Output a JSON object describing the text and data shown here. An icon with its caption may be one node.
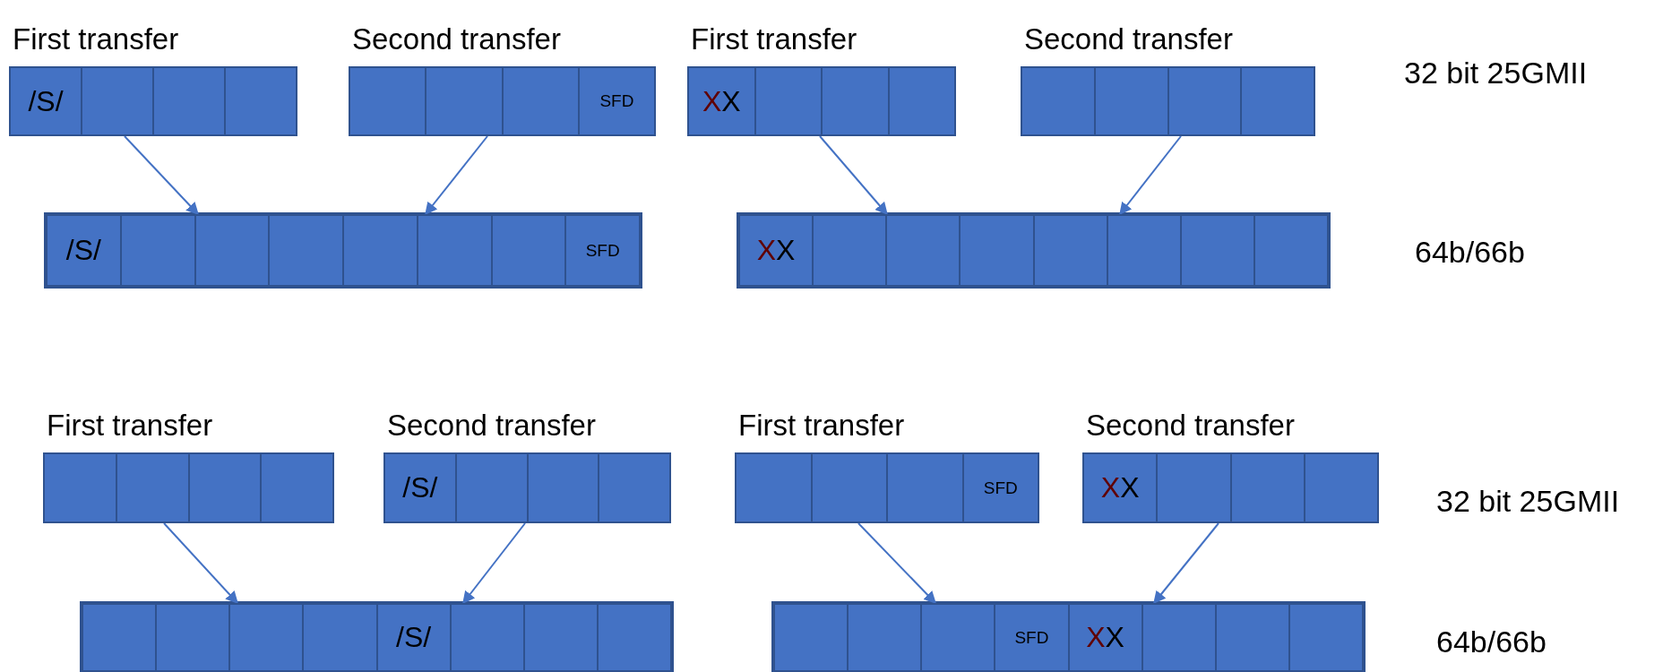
{
  "diagram": {
    "nodes": [
      {
        "text": [
          "First transfer"
        ]
      },
      {
        "text": [
          "/S/"
        ],
        "in": 0
      },
      {
        "text": [],
        "shape": "box",
        "in": 0
      },
      {
        "text": [],
        "shape": "box",
        "in": 0
      },
      {
        "text": [],
        "shape": "box",
        "in": 0
      },
      {
        "text": [
          "Second transfer"
        ]
      },
      {
        "text": [],
        "shape": "box",
        "in": 5
      },
      {
        "text": [],
        "shape": "box",
        "in": 5
      },
      {
        "text": [],
        "shape": "box",
        "in": 5
      },
      {
        "text": [
          "SFD"
        ],
        "in": 5
      },
      {
        "text": [
          "First transfer"
        ]
      },
      {
        "text": [
          "XX"
        ],
        "in": 10
      },
      {
        "text": [],
        "shape": "box",
        "in": 10
      },
      {
        "text": [],
        "shape": "box",
        "in": 10
      },
      {
        "text": [],
        "shape": "box",
        "in": 10
      },
      {
        "text": [
          "Second transfer"
        ]
      },
      {
        "text": [],
        "shape": "box",
        "in": 15
      },
      {
        "text": [],
        "shape": "box",
        "in": 15
      },
      {
        "text": [],
        "shape": "box",
        "in": 15
      },
      {
        "text": [],
        "shape": "box",
        "in": 15
      },
      {
        "text": [],
        "shape": "bar"
      },
      {
        "text": [
          "/S/"
        ],
        "in": 20
      },
      {
        "text": [],
        "shape": "box",
        "in": 20
      },
      {
        "text": [],
        "shape": "box",
        "in": 20
      },
      {
        "text": [],
        "shape": "box",
        "in": 20
      },
      {
        "text": [],
        "shape": "box",
        "in": 20
      },
      {
        "text": [],
        "shape": "box",
        "in": 20
      },
      {
        "text": [],
        "shape": "box",
        "in": 20
      },
      {
        "text": [
          "SFD"
        ],
        "in": 20
      },
      {
        "text": [],
        "shape": "bar"
      },
      {
        "text": [
          "XX"
        ],
        "in": 29
      },
      {
        "text": [],
        "shape": "box",
        "in": 29
      },
      {
        "text": [],
        "shape": "box",
        "in": 29
      },
      {
        "text": [],
        "shape": "box",
        "in": 29
      },
      {
        "text": [],
        "shape": "box",
        "in": 29
      },
      {
        "text": [],
        "shape": "box",
        "in": 29
      },
      {
        "text": [],
        "shape": "box",
        "in": 29
      },
      {
        "text": [],
        "shape": "box",
        "in": 29
      },
      {
        "text": [
          "First transfer"
        ]
      },
      {
        "text": [],
        "shape": "box",
        "in": 38
      },
      {
        "text": [],
        "shape": "box",
        "in": 38
      },
      {
        "text": [],
        "shape": "box",
        "in": 38
      },
      {
        "text": [],
        "shape": "box",
        "in": 38
      },
      {
        "text": [
          "Second transfer"
        ]
      },
      {
        "text": [
          "/S/"
        ],
        "in": 43
      },
      {
        "text": [],
        "shape": "box",
        "in": 43
      },
      {
        "text": [],
        "shape": "box",
        "in": 43
      },
      {
        "text": [],
        "shape": "box",
        "in": 43
      },
      {
        "text": [
          "First transfer"
        ]
      },
      {
        "text": [],
        "shape": "box",
        "in": 48
      },
      {
        "text": [],
        "shape": "box",
        "in": 48
      },
      {
        "text": [],
        "shape": "box",
        "in": 48
      },
      {
        "text": [
          "SFD"
        ],
        "in": 48
      },
      {
        "text": [
          "Second transfer"
        ]
      },
      {
        "text": [
          "XX"
        ],
        "in": 53
      },
      {
        "text": [],
        "shape": "box",
        "in": 53
      },
      {
        "text": [],
        "shape": "box",
        "in": 53
      },
      {
        "text": [],
        "shape": "box",
        "in": 53
      },
      {
        "text": [],
        "shape": "bar"
      },
      {
        "text": [],
        "shape": "box",
        "in": 58
      },
      {
        "text": [],
        "shape": "box",
        "in": 58
      },
      {
        "text": [],
        "shape": "box",
        "in": 58
      },
      {
        "text": [],
        "shape": "box",
        "in": 58
      },
      {
        "text": [
          "/S/"
        ],
        "in": 58
      },
      {
        "text": [],
        "shape": "box",
        "in": 58
      },
      {
        "text": [],
        "shape": "box",
        "in": 58
      },
      {
        "text": [],
        "shape": "box",
        "in": 58
      },
      {
        "text": [],
        "shape": "bar"
      },
      {
        "text": [],
        "shape": "box",
        "in": 67
      },
      {
        "text": [],
        "shape": "box",
        "in": 67
      },
      {
        "text": [],
        "shape": "box",
        "in": 67
      },
      {
        "text": [
          "SFD"
        ],
        "in": 67
      },
      {
        "text": [
          "XX"
        ],
        "in": 67
      },
      {
        "text": [],
        "shape": "box",
        "in": 67
      },
      {
        "text": [],
        "shape": "box",
        "in": 67
      },
      {
        "text": [],
        "shape": "box",
        "in": 67
      }
    ],
    "edges": [
      {
        "from": 0,
        "to": 20,
        "arrow": "to"
      },
      {
        "from": 5,
        "to": 20,
        "arrow": "to"
      },
      {
        "from": 10,
        "to": 29,
        "arrow": "to"
      },
      {
        "from": 15,
        "to": 29,
        "arrow": "to"
      },
      {
        "from": 38,
        "to": 58,
        "arrow": "to"
      },
      {
        "from": 43,
        "to": 58,
        "arrow": "to"
      },
      {
        "from": 48,
        "to": 67,
        "arrow": "to"
      },
      {
        "from": 53,
        "to": 67,
        "arrow": "to"
      }
    ],
    "labels": [
      "32 bit 25GMII",
      "64b/66b",
      "32 bit 25GMII",
      "64b/66b"
    ]
  }
}
